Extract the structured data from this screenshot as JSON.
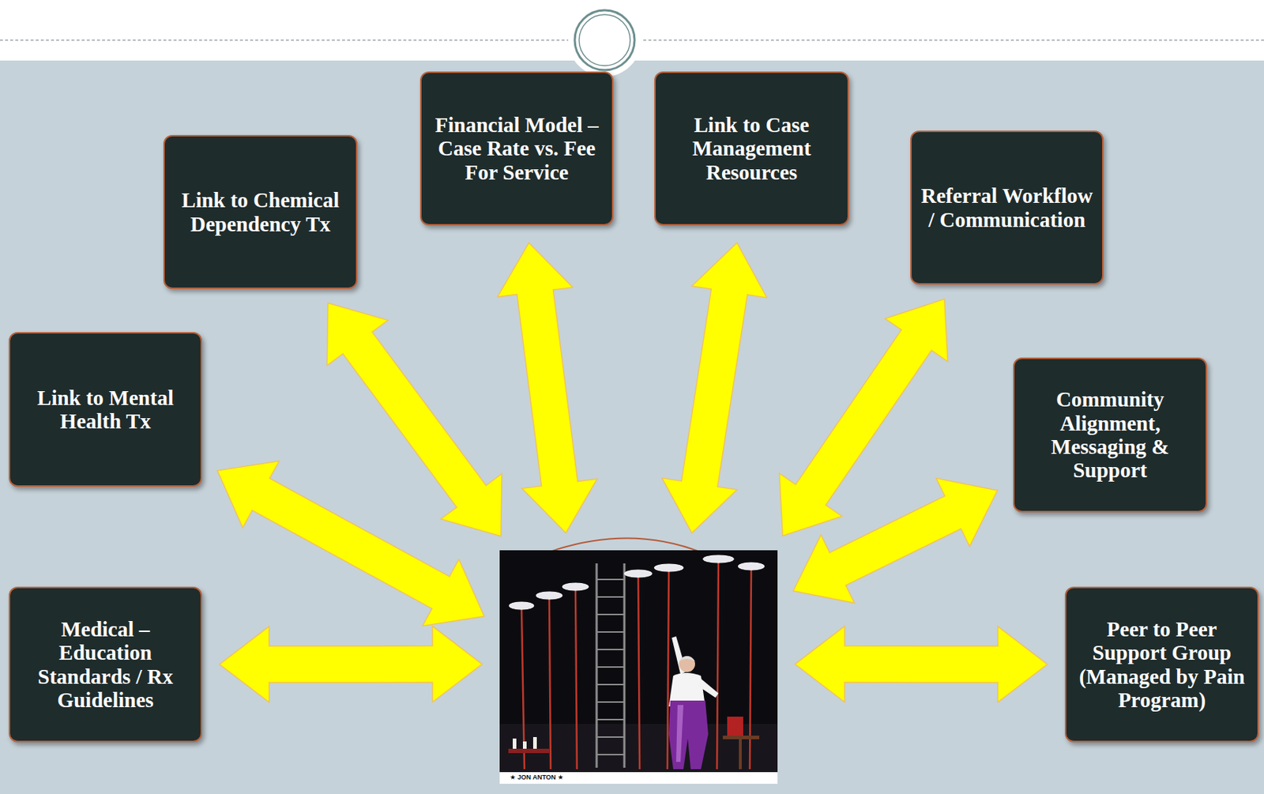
{
  "diagram": {
    "nodes": [
      {
        "text": [
          "Financial Model – Case Rate vs. Fee For Service"
        ]
      },
      {
        "text": [
          "Link to Case Management Resources"
        ]
      },
      {
        "text": [
          "Referral Workflow / Communication"
        ]
      },
      {
        "text": [
          "Link to Chemical Dependency Tx"
        ]
      },
      {
        "text": [
          "Link to Mental Health Tx"
        ]
      },
      {
        "text": [
          "Community Alignment, Messaging & Support"
        ]
      },
      {
        "text": [
          "Medical – Education Standards / Rx Guidelines"
        ]
      },
      {
        "text": [
          "Peer to Peer Support Group (Managed by Pain Program)"
        ]
      },
      {
        "text": [
          "★ JON ANTON ★"
        ]
      }
    ],
    "edges": [
      {
        "from": 0,
        "to": 8,
        "arrow": "both"
      },
      {
        "from": 1,
        "to": 8,
        "arrow": "both"
      },
      {
        "from": 2,
        "to": 8,
        "arrow": "both"
      },
      {
        "from": 3,
        "to": 8,
        "arrow": "both"
      },
      {
        "from": 4,
        "to": 8,
        "arrow": "both"
      },
      {
        "from": 5,
        "to": 8,
        "arrow": "both"
      },
      {
        "from": 6,
        "to": 8,
        "arrow": "both"
      },
      {
        "from": 7,
        "to": 8,
        "arrow": "both"
      }
    ]
  }
}
